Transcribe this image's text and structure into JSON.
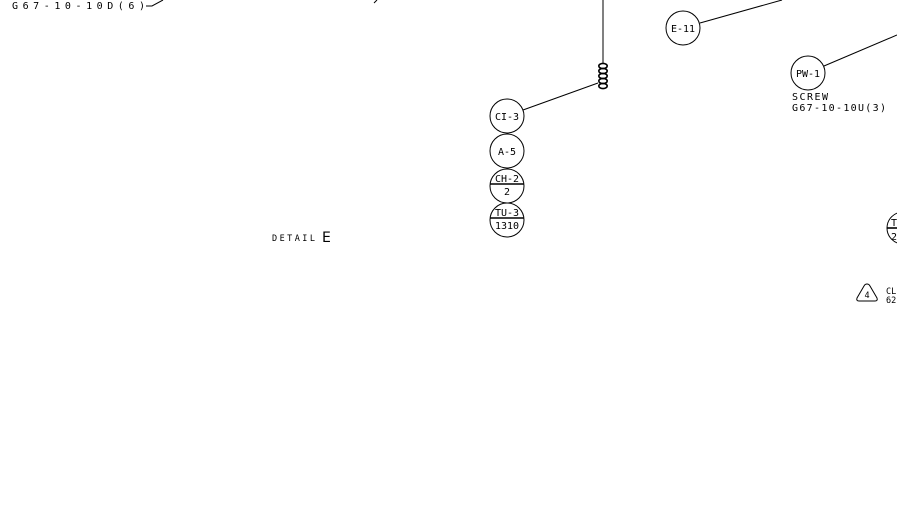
{
  "labels": {
    "top_left_ref": "G67-10-10D(6)",
    "detail_title": "DETAIL",
    "detail_letter": "E",
    "screw_label": "SCREW",
    "screw_ref": "G67-10-10U(3)",
    "note_line_1": "CL",
    "note_line_2": "62"
  },
  "balloons": {
    "ci3": "CI-3",
    "a5": "A-5",
    "ch2_top": "CH-2",
    "ch2_bottom": "2",
    "tu3_top": "TU-3",
    "tu3_bottom": "1310",
    "e11": "E-11",
    "pw1": "PW-1",
    "edge_top": "T",
    "edge_bottom": "2"
  },
  "flag_note": "4",
  "colors": {
    "line": "#000000",
    "background": "#ffffff"
  }
}
